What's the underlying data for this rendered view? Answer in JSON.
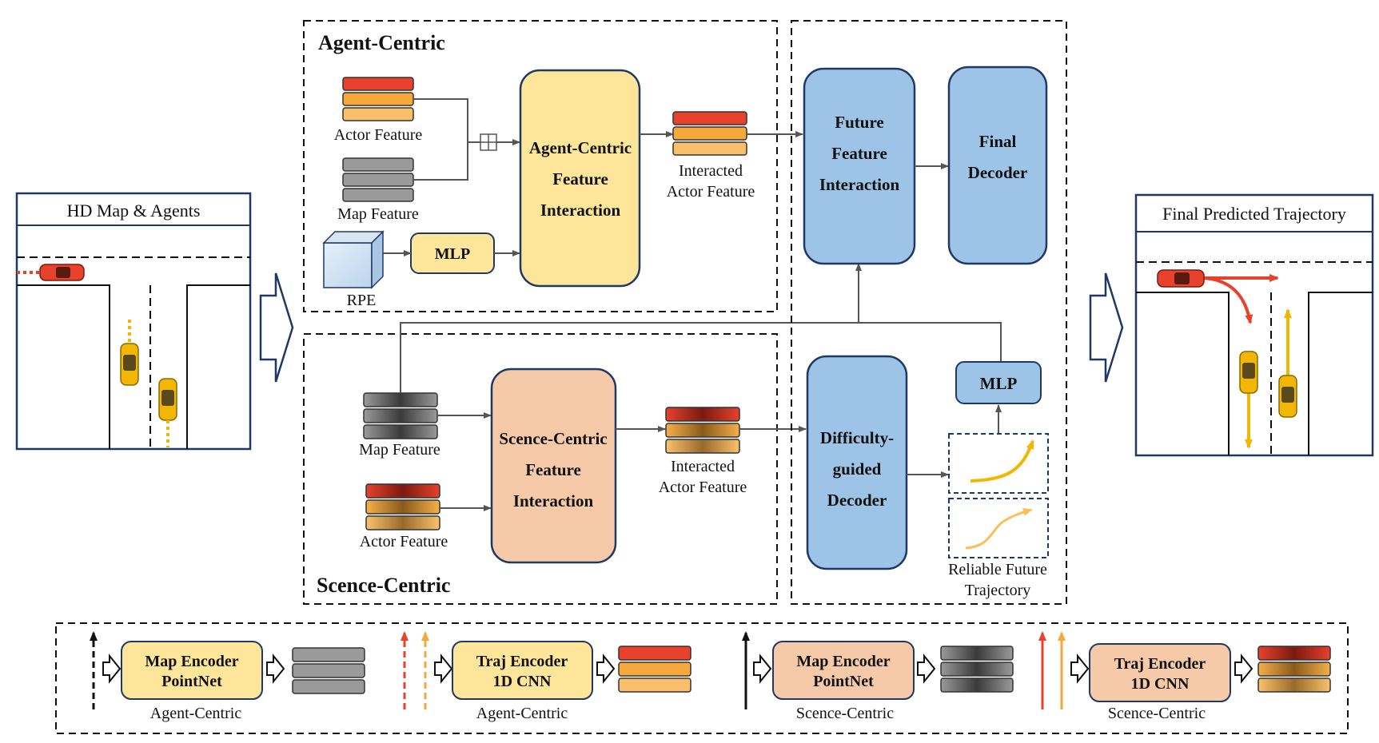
{
  "input_panel": {
    "title": "HD Map & Agents"
  },
  "output_panel": {
    "title": "Final Predicted Trajectory"
  },
  "agent_centric": {
    "title": "Agent-Centric",
    "actor_feature": "Actor Feature",
    "map_feature": "Map Feature",
    "rpe": "RPE",
    "mlp": "MLP",
    "interaction": [
      "Agent-Centric",
      "Feature",
      "Interaction"
    ],
    "interacted": [
      "Interacted",
      "Actor Feature"
    ]
  },
  "scene_centric": {
    "title": "Scence-Centric",
    "map_feature": "Map Feature",
    "actor_feature": "Actor Feature",
    "interaction": [
      "Scence-Centric",
      "Feature",
      "Interaction"
    ],
    "interacted": [
      "Interacted",
      "Actor Feature"
    ]
  },
  "future_interaction": [
    "Future",
    "Feature",
    "Interaction"
  ],
  "final_decoder": [
    "Final",
    "Decoder"
  ],
  "difficulty_decoder": [
    "Difficulty-",
    "guided",
    "Decoder"
  ],
  "mlp2": "MLP",
  "reliable": [
    "Reliable Future",
    "Trajectory"
  ],
  "legend": [
    {
      "encoder": [
        "Map Encoder",
        "PointNet"
      ],
      "caption": "Agent-Centric"
    },
    {
      "encoder": [
        "Traj Encoder",
        "1D CNN"
      ],
      "caption": "Agent-Centric"
    },
    {
      "encoder": [
        "Map Encoder",
        "PointNet"
      ],
      "caption": "Scence-Centric"
    },
    {
      "encoder": [
        "Traj Encoder",
        "1D CNN"
      ],
      "caption": "Scence-Centric"
    }
  ],
  "colors": {
    "yellow_box": "#fde59a",
    "peach_box": "#f6c9a9",
    "blue_box": "#9dc3e6",
    "navy": "#1f3864",
    "red": "#e8412c",
    "orange": "#f6a83b",
    "gold": "#f2b705"
  }
}
